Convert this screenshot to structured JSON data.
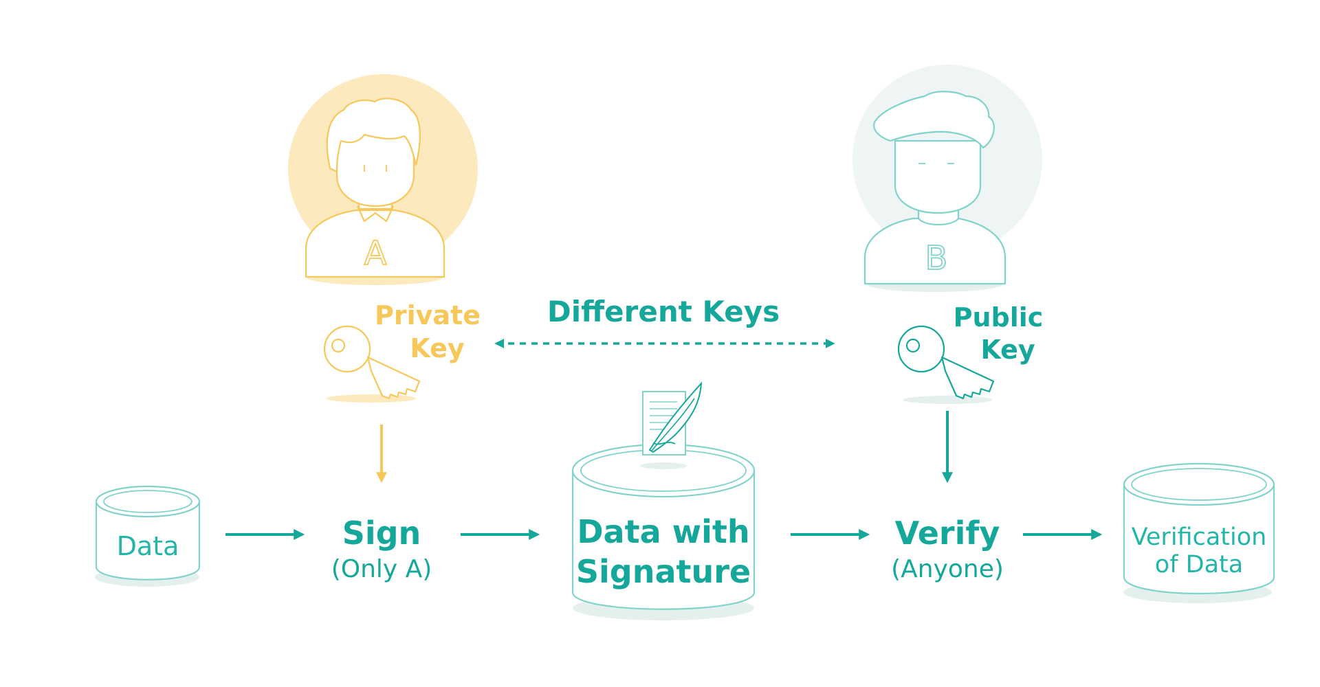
{
  "person_a": {
    "letter": "A"
  },
  "person_b": {
    "letter": "B"
  },
  "private_key": {
    "line1": "Private",
    "line2": "Key"
  },
  "public_key": {
    "line1": "Public",
    "line2": "Key"
  },
  "different_keys": "Different Keys",
  "nodes": {
    "data": "Data",
    "sign": {
      "line1": "Sign",
      "line2": "(Only A)"
    },
    "data_with_signature": {
      "line1": "Data with",
      "line2": "Signature"
    },
    "verify": {
      "line1": "Verify",
      "line2": "(Anyone)"
    },
    "verification": {
      "line1": "Verification",
      "line2": "of Data"
    }
  },
  "colors": {
    "yellow": "#F7C75A",
    "yellow_light": "#FCE9BE",
    "teal": "#14A79A",
    "teal_light": "#7FD3CB",
    "teal_bg": "#EEF5F4",
    "shadow": "#E4F0EE"
  }
}
